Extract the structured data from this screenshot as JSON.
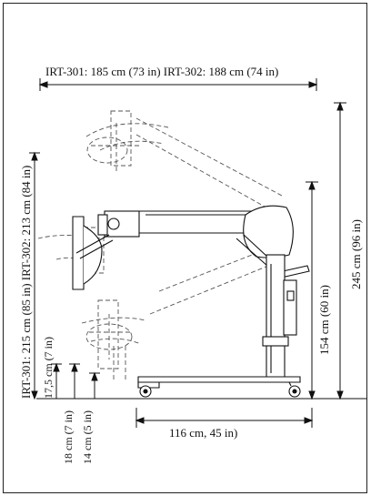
{
  "dimensions": {
    "width_label": "IRT-301: 185 cm (73 in) IRT-302: 188 cm (74 in)",
    "left_height_label": "IRT-301: 215 cm (85 in) IRT-302: 213 cm (84 in)",
    "low_reach_label": "17,5 cm (7 in)",
    "base_clear_label": "18 cm (7 in)",
    "wheel_label": "14 cm (5 in)",
    "base_length_label": "116 cm, 45 in)",
    "mast_height_label": "154 cm (60 in)",
    "total_height_label": "245 cm (96 in)"
  },
  "colors": {
    "line": "#111111",
    "dashed": "#555555"
  }
}
